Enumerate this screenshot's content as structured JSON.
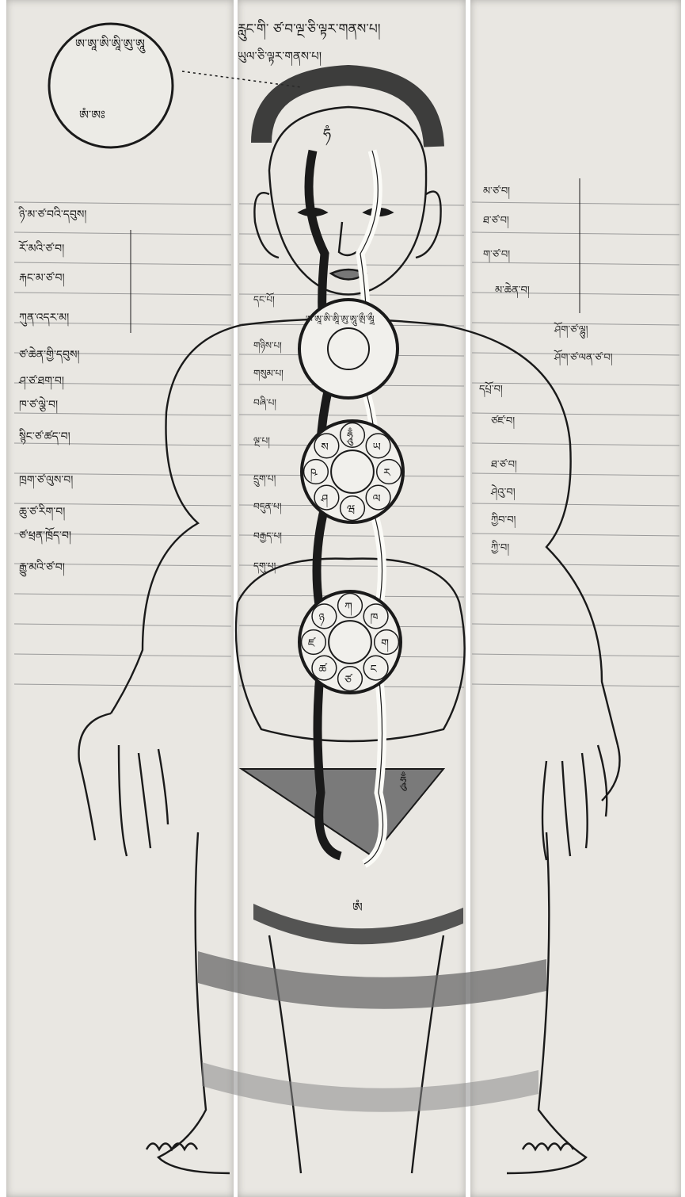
{
  "document": {
    "type": "illustrated manuscript",
    "panels": [
      "left-panel",
      "center-panel",
      "right-panel"
    ],
    "palette": {
      "paper": "#e9e7e2",
      "ink": "#1a1a1a",
      "wash": "#6a6a6a",
      "rule": "#9a9a9a"
    }
  },
  "labels": {
    "header_line_1": "རླུང་གི་ ཙ་བ་ལྔ་ཅི་ལྟར་གནས་པ།",
    "header_line_2": "ཡུལ་ཅི་ལྟར་གནས་པ།",
    "moon_text_outer": "ཨ་ཨཱ་ཨི་ཨཱི་ཨུ་ཨཱུ",
    "moon_text_inner": "ཨཾ་ཨཿ",
    "left_rows": [
      "ཉི་མ་ཙ་བའི་དབུས།",
      "རོ་མའི་ཙ་བ།",
      "རྐང་མ་ཙ་བ།",
      "ཀུན་འདར་མ།",
      "ཙ་ཆེན་གྱི་དབུས།",
      "ཤ་ཙ་ཐག་བ།",
      "ཁ་ཙ་ལྕེ་བ།",
      "སྙིང་ཙ་ཚད་བ།",
      "ཁྲག་ཙ་ལུས་བ།",
      "ཆུ་ཙ་རིག་བ།",
      "ཙ་ཕྲན་ཁྲོད་བ།",
      "རྒྱུ་མའི་ཙ་བ།"
    ],
    "right_rows": [
      "མ་ཙ་བ།",
      "ཐ་ཙ་བ།",
      "ག་ཙ་བ།",
      "མ་ཆེན་བ།",
      "ཤོག་ཙ་ལྷུ།",
      "ཤོག་ཙ་ལན་ཙ་བ།",
      "དཔྲོ་བ།",
      "ཙཛ་བ།",
      "ཐ་ཙ་བ།",
      "ཤེའུ་བ།",
      "ཀྱིབ་བ།",
      "ཀྱི་བ།"
    ],
    "center_marks": [
      "དང་པོ།",
      "གཉིས་པ།",
      "གསུམ་པ།",
      "བཞི་པ།",
      "ལྔ་པ།",
      "དྲུག་པ།",
      "བདུན་པ།",
      "བརྒྱད་པ།",
      "དགུ་པ།"
    ],
    "chakra_throat": "ཨ་ཨཱ་ཨི་ཨཱི་ཨུ་ཨཱུ་ཨྲྀ་ཨཱྲྀ",
    "chakra_heart": [
      "ཧཱུྃ",
      "ཡ",
      "ར",
      "ལ",
      "ཝ",
      "ཤ",
      "ཥ",
      "ས"
    ],
    "chakra_navel": [
      "ཀ",
      "ཁ",
      "ག",
      "ང",
      "ཙ",
      "ཚ",
      "ཛ",
      "ཉ"
    ],
    "seed_crown": "ཧཾ",
    "seed_secret": "ཨཾ",
    "seed_triangle": "ཧཱུྃ"
  }
}
